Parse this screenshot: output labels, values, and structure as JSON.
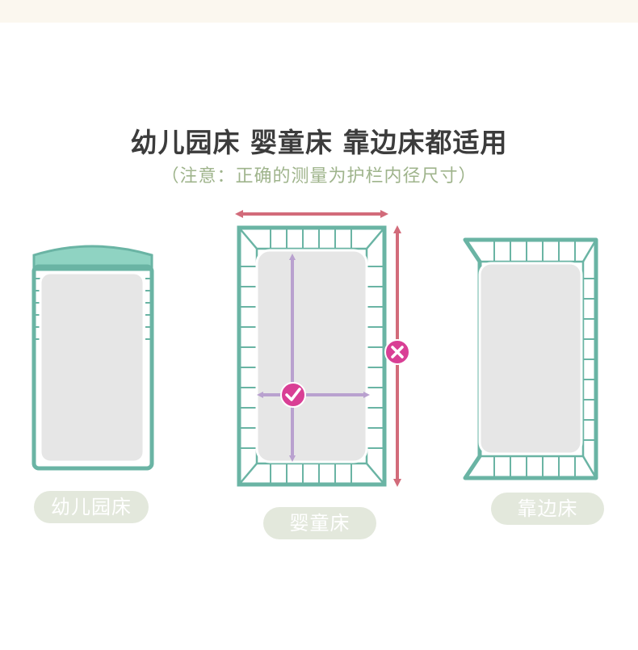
{
  "heading": {
    "title": "幼儿园床 婴童床 靠边床都适用",
    "subtitle": "（注意：正确的测量为护栏内径尺寸）"
  },
  "beds": {
    "kindergarten": "幼儿园床",
    "infant": "婴童床",
    "sidebed": "靠边床"
  },
  "colors": {
    "frame": "#6ab4a4",
    "mattress": "#e6e6e6",
    "correct": "#b9a1cf",
    "wrong": "#d26b7a",
    "badge": "#d93f95",
    "pill": "#e3e8dc",
    "title": "#3c3c3c",
    "subtitle": "#9fb48c"
  },
  "icons": {
    "correct": "check-circle-icon",
    "wrong": "cross-circle-icon"
  }
}
